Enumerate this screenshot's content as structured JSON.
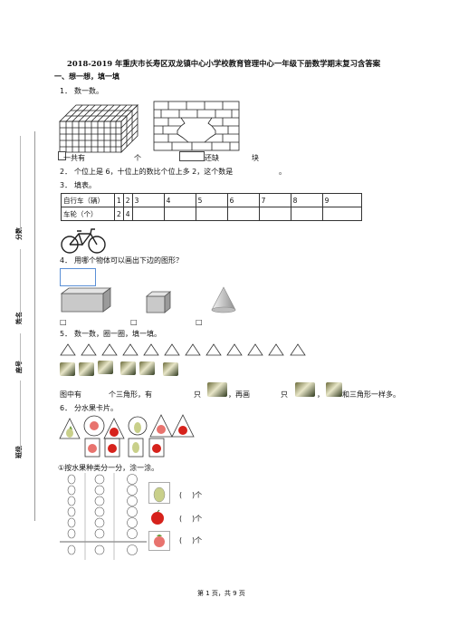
{
  "title": "2018-2019 年重庆市长寿区双龙镇中心小学校教育管理中心一年级下册数学期末复习含答案",
  "section1": "一、想一想，填一填",
  "q1": {
    "num": "1．",
    "text": "数一数。",
    "line_a": "一共有",
    "line_b": "个",
    "line_c": "还缺",
    "line_d": "块"
  },
  "q2": {
    "num": "2．",
    "text": "个位上是 6，十位上的数比个位上多 2，这个数是",
    "end": "。"
  },
  "q3": {
    "num": "3．",
    "text": "填表。",
    "row1_label": "自行车（辆）",
    "row1_values": [
      "1",
      "2",
      "3",
      "4",
      "5",
      "6",
      "7",
      "8",
      "9"
    ],
    "row2_label": "车轮（个）",
    "row2_values": [
      "2",
      "4"
    ]
  },
  "q4": {
    "num": "4．",
    "text": "用哪个物体可以画出下边的图形？",
    "marks": [
      "□",
      "□",
      "□"
    ]
  },
  "q5": {
    "num": "5．",
    "text": "数一数，圈一圈，填一填。",
    "line_a": "图中有",
    "line_b": "个三角形，有",
    "line_c": "只",
    "line_d": "，再画",
    "line_e": "只",
    "line_f": "，",
    "line_g": "和三角形一样多。"
  },
  "q6": {
    "num": "6．",
    "text": "分水果卡片。",
    "sub1": "①按水果种类分一分，涂一涂。",
    "unit": ")个",
    "paren": "("
  },
  "sidebar": {
    "score": "分数",
    "name": "姓名",
    "id": "座号",
    "class": "班级"
  },
  "footer": "第 1 页，共 9 页"
}
